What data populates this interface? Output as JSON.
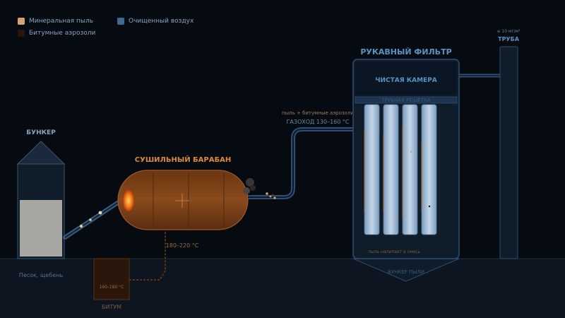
{
  "legend": {
    "items": [
      {
        "label": "Минеральная пыль",
        "color": "#d4a374"
      },
      {
        "label": "Очищенный воздух",
        "color": "#3d6a8e"
      },
      {
        "label": "Битумные аэрозоли",
        "color": "#2a160a"
      }
    ]
  },
  "hopper": {
    "label": "БУНКЕР",
    "caption": "Песок, щебень"
  },
  "dryer": {
    "label": "СУШИЛЬНЫЙ БАРАБАН",
    "temp": "180–220 °C"
  },
  "bitumen": {
    "label": "БИТУМ",
    "temp": "160–180 °C"
  },
  "duct": {
    "note": "пыль + битумные аэрозоли",
    "label": "ГАЗОХОД 130–160 °C"
  },
  "filter": {
    "title": "РУКАВНЫЙ ФИЛЬТР",
    "clean_chamber": "ЧИСТАЯ КАМЕРА",
    "tube_sheet": "ТРУБНАЯ РЕШЁТКА",
    "sleeves_note": "пыль налипает в смесь",
    "dust_bin": "БУНКЕР ПЫЛИ"
  },
  "stack": {
    "emission": "≤ 10 мг/м³",
    "label": "ТРУБА"
  },
  "colors": {
    "background": "#060b12",
    "accent_orange": "#d98a3a",
    "accent_blue": "#5a92c0",
    "dust": "#d4a374",
    "clean_air": "#3d6a8e"
  }
}
